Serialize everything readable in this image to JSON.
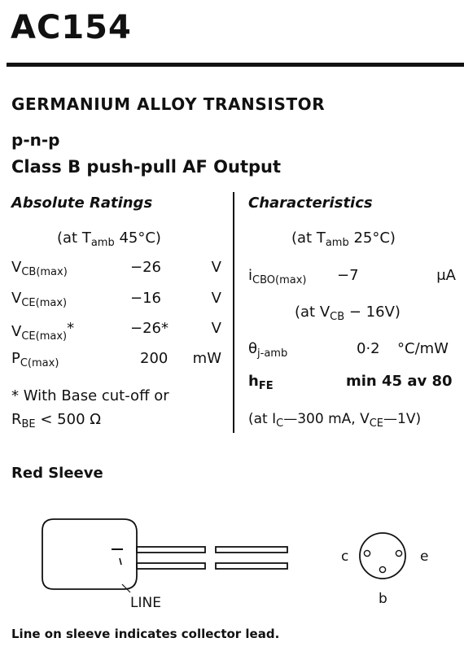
{
  "header": {
    "part_number": "AC154"
  },
  "description": {
    "type": "GERMANIUM ALLOY TRANSISTOR",
    "polarity": "p-n-p",
    "application": "Class B push-pull AF Output"
  },
  "absolute_ratings": {
    "heading": "Absolute Ratings",
    "condition_prefix": "(at T",
    "condition_sub": "amb",
    "condition_suffix": " 45°C)",
    "rows": [
      {
        "sym": "V",
        "sub": "CB(max)",
        "star": "",
        "value": "−26",
        "unit": "V"
      },
      {
        "sym": "V",
        "sub": "CE(max)",
        "star": "",
        "value": "−16",
        "unit": "V"
      },
      {
        "sym": "V",
        "sub": "CE(max)",
        "star": "*",
        "value": "−26*",
        "unit": "V"
      },
      {
        "sym": "P",
        "sub": "C(max)",
        "star": "",
        "value": "200",
        "unit": "mW"
      }
    ],
    "note_line1": "*  With Base cut-off or",
    "note_sym": "R",
    "note_sub": "BE",
    "note_rest": " < 500 Ω"
  },
  "characteristics": {
    "heading": "Characteristics",
    "condition_prefix": "(at T",
    "condition_sub": "amb",
    "condition_suffix": " 25°C)",
    "icbo_sym": "i",
    "icbo_sub": "CBO(max)",
    "icbo_value": "−7",
    "icbo_unit": "μA",
    "icbo_cond_prefix": "(at V",
    "icbo_cond_sub": "CB",
    "icbo_cond_suffix": " − 16V)",
    "theta_sym": "θ",
    "theta_sub": "j-amb",
    "theta_value": "0·2",
    "theta_unit": "°C/mW",
    "hfe_sym": "h",
    "hfe_sub": "FE",
    "hfe_value": "min 45 av 80",
    "hfe_cond_p1": "(at I",
    "hfe_cond_sub1": "C",
    "hfe_cond_p2": "—300 mA, V",
    "hfe_cond_sub2": "CE",
    "hfe_cond_p3": "—1V)"
  },
  "sleeve": {
    "title": "Red Sleeve",
    "line_label": "LINE",
    "pin_c": "c",
    "pin_e": "e",
    "pin_b": "b"
  },
  "footer": {
    "note": "Line on sleeve indicates collector lead."
  }
}
